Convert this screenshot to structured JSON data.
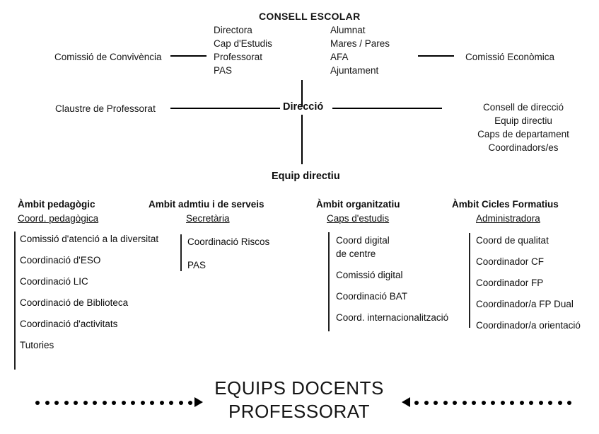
{
  "diagram": {
    "title_consell": "CONSELL ESCOLAR",
    "consell_left_members": [
      "Directora",
      "Cap d'Estudis",
      "Professorat",
      "PAS"
    ],
    "consell_right_members": [
      "Alumnat",
      "Mares / Pares",
      "AFA",
      "Ajuntament"
    ],
    "left_box_comissio": "Comissió de Convivència",
    "right_box_comissio": "Comissió Econòmica",
    "claustre": "Claustre de Professorat",
    "direccio": "Direcció",
    "right_list": [
      "Consell de direcció",
      "Equip directiu",
      "Caps de departament",
      "Coordinadors/es"
    ],
    "equip_directiu": "Equip  directiu",
    "columns": [
      {
        "heading": "Àmbit pedagògic",
        "subheading": "Coord. pedagògica",
        "items": [
          "Comissió d'atenció a la diversitat",
          "Coordinació d'ESO",
          "Coordinació LIC",
          "Coordinació de Biblioteca",
          "Coordinació d'activitats",
          "Tutories"
        ]
      },
      {
        "heading": "Ambit admtiu i de serveis",
        "subheading": "Secretària ",
        "items": [
          "Coordinació Riscos",
          "PAS"
        ]
      },
      {
        "heading": "Àmbit organitzatiu",
        "subheading": "Caps d'estudis",
        "items": [
          "Coord digital\nde centre",
          "Comissió digital",
          "Coordinació BAT",
          "Coord. internacionalització"
        ]
      },
      {
        "heading": "Àmbit Cicles Formatius",
        "subheading": "Administradora",
        "items": [
          "Coord de qualitat",
          "Coordinador CF",
          "Coordinador FP",
          "Coordinador/a FP Dual",
          "Coordinador/a orientació"
        ]
      }
    ],
    "footer_line1": "EQUIPS DOCENTS",
    "footer_line2": "PROFESSORAT"
  }
}
